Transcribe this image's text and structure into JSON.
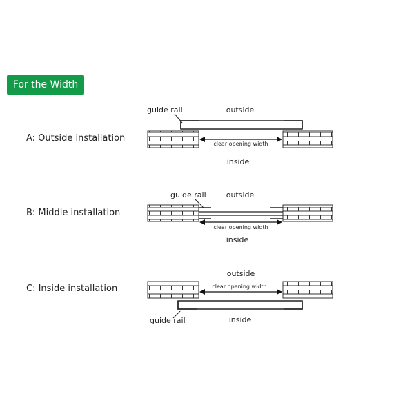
{
  "header": {
    "title": "For the Width"
  },
  "rows": [
    {
      "label": "A: Outside installation",
      "guide": "guide rail",
      "outside": "outside",
      "width": "clear opening width",
      "inside": "inside"
    },
    {
      "label": "B: Middle installation",
      "guide": "guide rail",
      "outside": "outside",
      "width": "clear opening width",
      "inside": "inside"
    },
    {
      "label": "C: Inside installation",
      "guide": "guide rail",
      "outside": "outside",
      "width": "clear opening width",
      "inside": "inside"
    }
  ]
}
